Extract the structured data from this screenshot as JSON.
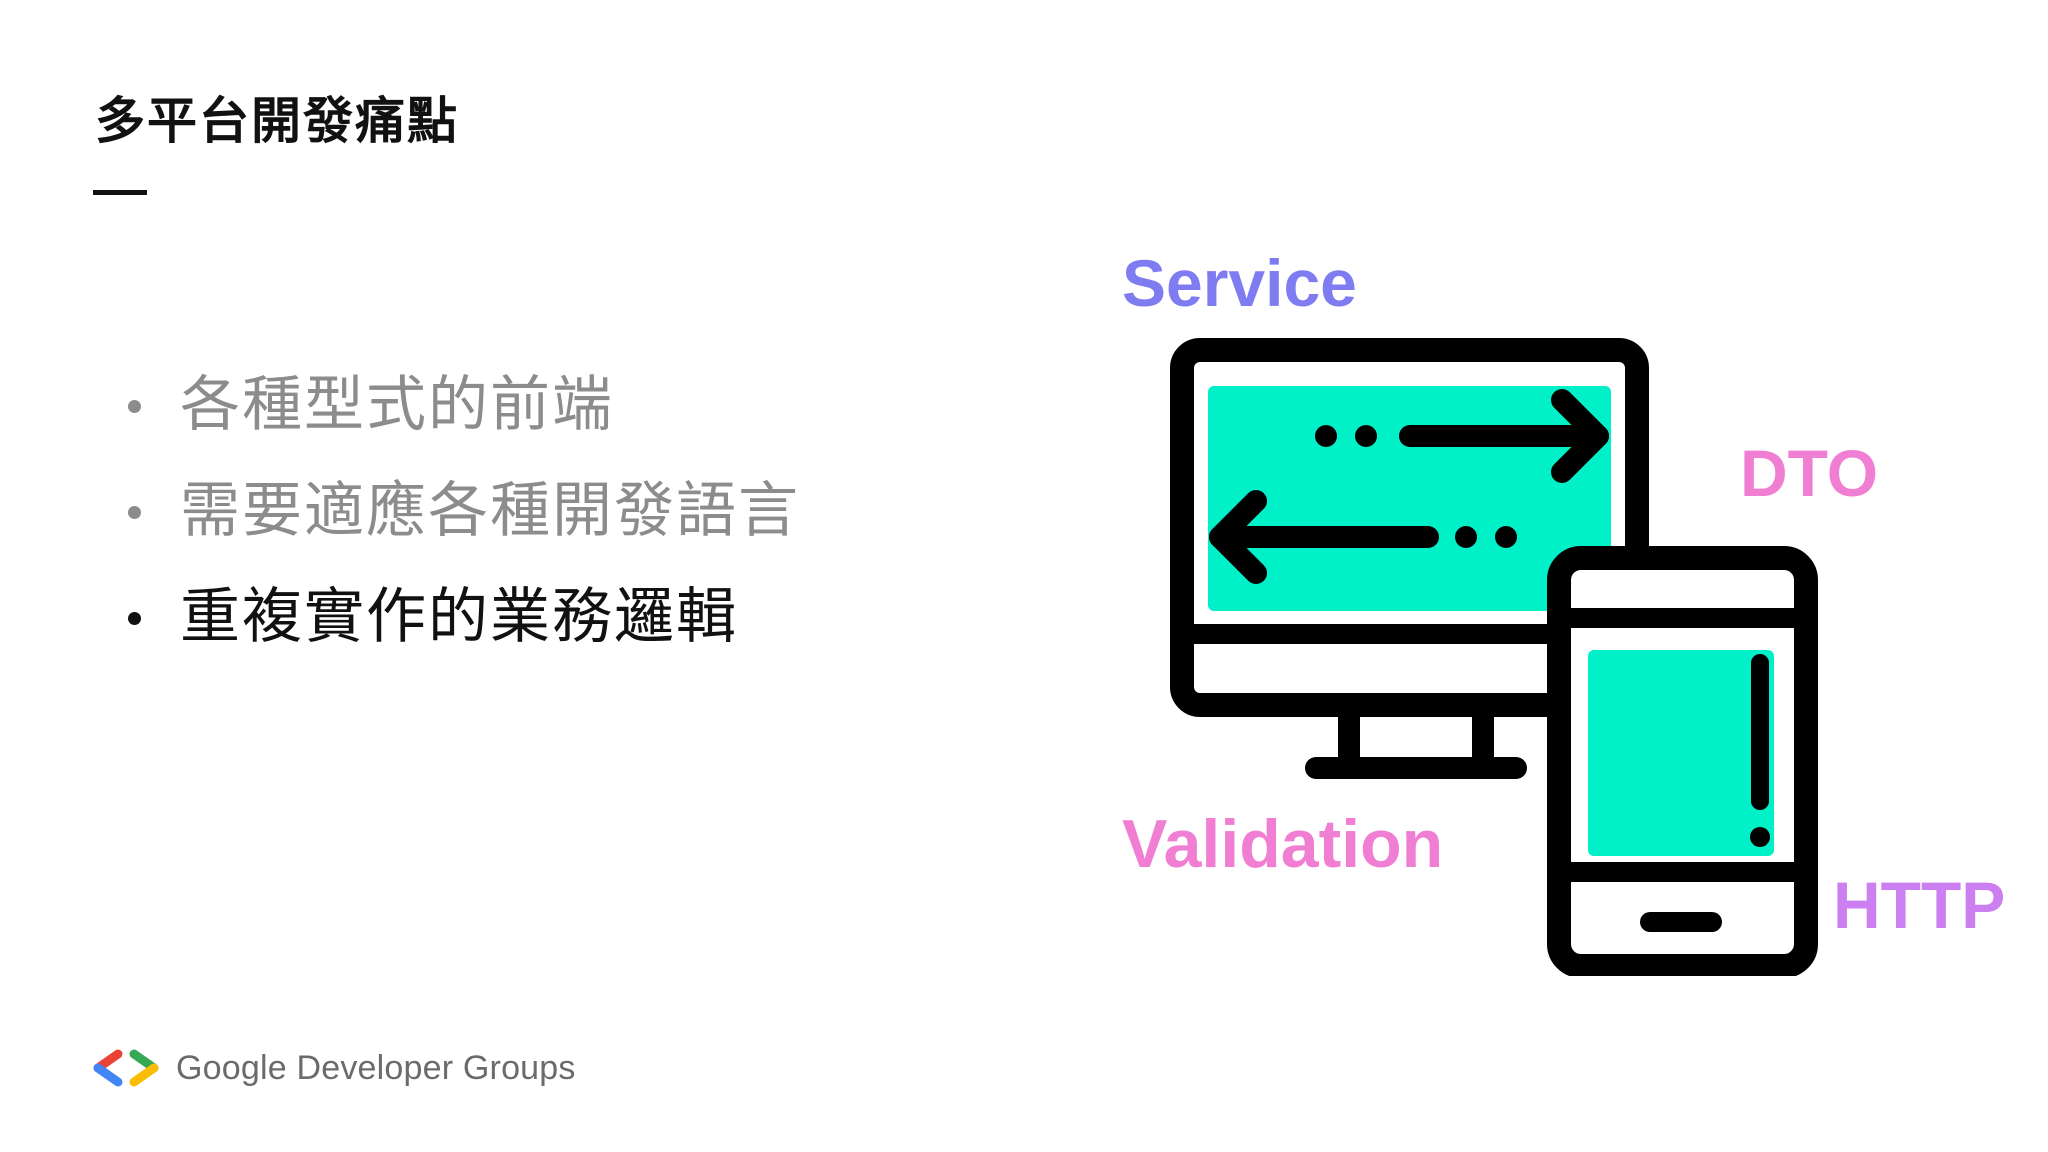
{
  "slide": {
    "title": "多平台開發痛點",
    "bullets": [
      {
        "text": "各種型式的前端",
        "state": "dim"
      },
      {
        "text": "需要適應各種開發語言",
        "state": "dim"
      },
      {
        "text": "重複實作的業務邏輯",
        "state": "active"
      }
    ],
    "illustration": {
      "labels": {
        "service": "Service",
        "dto": "DTO",
        "validation": "Validation",
        "http": "HTTP"
      },
      "icons": [
        "desktop-monitor-icon",
        "mobile-phone-icon",
        "arrow-right-icon",
        "arrow-left-icon"
      ],
      "colors": {
        "screen": "#00f0c8",
        "outline": "#000000",
        "service": "#7f7cf2",
        "dto": "#f07ed2",
        "validation": "#f07ed2",
        "http": "#cc7ff0"
      }
    },
    "footer": {
      "brand": "Google Developer Groups",
      "logo_icon": "gdg-logo-icon",
      "logo_colors": [
        "#4285f4",
        "#ea4335",
        "#fbbc04",
        "#34a853"
      ]
    }
  }
}
